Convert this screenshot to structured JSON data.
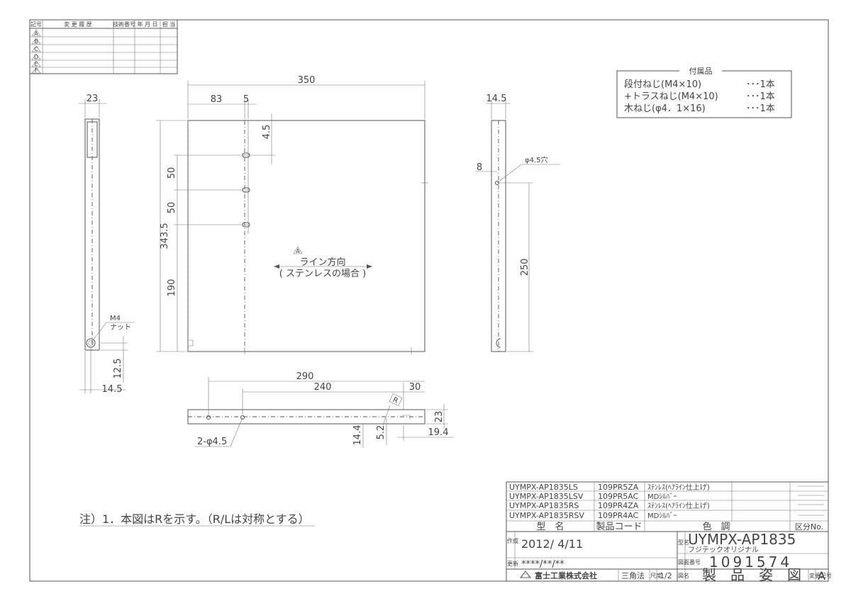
{
  "revision_table": {
    "headers": [
      "記号",
      "変 更 履 歴",
      "技術番号",
      "年 月 日",
      "担 当"
    ],
    "marks": [
      "A",
      "B",
      "C",
      "D",
      "E",
      "F"
    ]
  },
  "accessories": {
    "title": "付属品",
    "items": [
      {
        "name": "段付ねじ(M4×10)",
        "qty": "･･･1本"
      },
      {
        "name": "+トラスねじ(M4×10)",
        "qty": "･･･1本"
      },
      {
        "name": "木ねじ(φ4．1×16)",
        "qty": "･･･1本"
      }
    ]
  },
  "dimensions": {
    "left_width": "23",
    "left_bottom_h": "12.5",
    "left_bottom_w": "14.5",
    "left_m4": "M4",
    "left_nut": "ナット",
    "front_width": "350",
    "front_83": "83",
    "front_5": "5",
    "front_4_5": "4.5",
    "front_50a": "50",
    "front_50b": "50",
    "front_height": "343.5",
    "front_190": "190",
    "side_width": "14.5",
    "side_8": "8",
    "side_hole": "φ4.5穴",
    "side_250": "250",
    "bottom_290": "290",
    "bottom_240": "240",
    "bottom_30": "30",
    "bottom_r": "R",
    "bottom_23": "23",
    "bottom_14_4": "14.4",
    "bottom_5_2": "5.2",
    "bottom_19_4": "19.4",
    "bottom_holes": "2-φ4.5"
  },
  "annotation": {
    "mark": "A",
    "line1": "ライン方向",
    "line2": "( ステンレスの場合 )"
  },
  "note": "注）1．本図はRを示す。（R/Lは対称とする）",
  "product_table": {
    "rows": [
      {
        "model": "UYMPX-AP1835LS",
        "code": "109PR5ZA",
        "color": "ｽﾃﾝﾚｽ(ﾍｱﾗｲﾝ仕上げ)"
      },
      {
        "model": "UYMPX-AP1835LSV",
        "code": "109PR5AC",
        "color": "MDｼﾙﾊﾞｰ"
      },
      {
        "model": "UYMPX-AP1835RS",
        "code": "109PR4ZA",
        "color": "ｽﾃﾝﾚｽ(ﾍｱﾗｲﾝ仕上げ)"
      },
      {
        "model": "UYMPX-AP1835RSV",
        "code": "109PR4AC",
        "color": "MDｼﾙﾊﾞｰ"
      }
    ],
    "header_model": "型　名",
    "header_code": "製品コード",
    "header_color": "色　調",
    "header_class": "区分No."
  },
  "title_block": {
    "created_label": "作成",
    "created_date": "2012/ 4/11",
    "updated_label": "更新",
    "updated_date": "****/**/**",
    "company": "富士工業株式会社",
    "projection": "三角法",
    "scale_label": "尺度",
    "scale": "1/2",
    "model_label": "型名",
    "model": "UYMPX-AP1835",
    "model_sub": "フジテックオリジナル",
    "drawing_no_label": "図面番号",
    "drawing_no": "1091574",
    "drawing_name_label": "図名",
    "drawing_name": "製　品　姿　図",
    "rev_label": "変更記号",
    "rev": "A"
  }
}
